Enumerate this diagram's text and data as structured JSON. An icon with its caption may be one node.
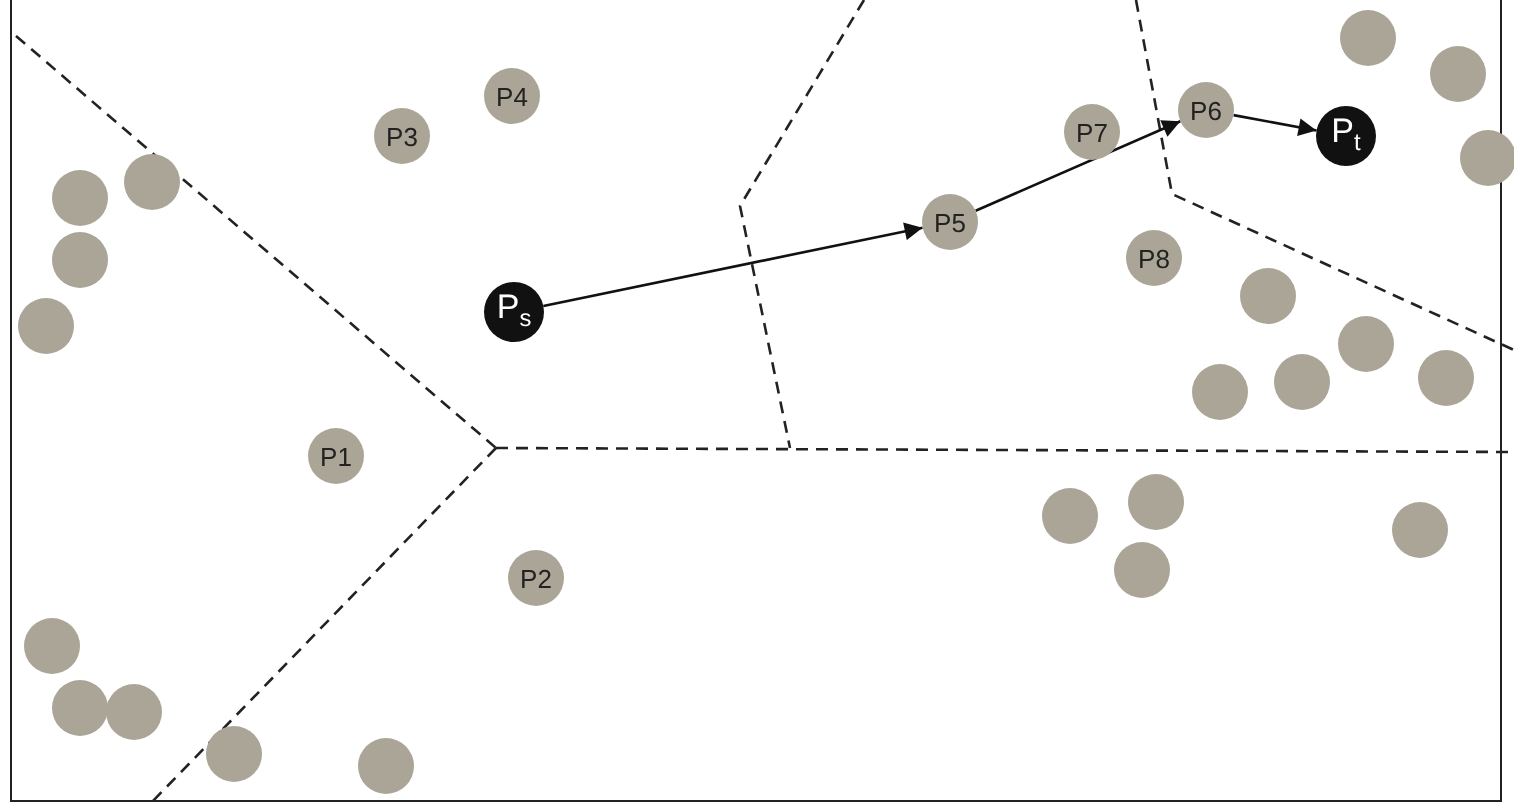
{
  "diagram": {
    "nodes": [
      {
        "text": [
          "P$_{s}$"
        ]
      },
      {
        "text": [
          "P1"
        ]
      },
      {
        "text": [
          "P2"
        ]
      },
      {
        "text": [
          "P3"
        ]
      },
      {
        "text": [
          "P4"
        ]
      },
      {
        "text": [
          "P5"
        ]
      },
      {
        "text": [
          "P6"
        ]
      },
      {
        "text": [
          "P7"
        ]
      },
      {
        "text": [
          "P8"
        ]
      },
      {
        "text": [
          "P$_{t}$"
        ]
      },
      {
        "text": [],
        "shape": "circle"
      },
      {
        "text": [],
        "shape": "circle"
      },
      {
        "text": [],
        "shape": "circle"
      },
      {
        "text": [],
        "shape": "circle"
      },
      {
        "text": [],
        "shape": "circle"
      },
      {
        "text": [],
        "shape": "circle"
      },
      {
        "text": [],
        "shape": "circle"
      },
      {
        "text": [],
        "shape": "circle"
      },
      {
        "text": [],
        "shape": "circle"
      },
      {
        "text": [],
        "shape": "circle"
      },
      {
        "text": [],
        "shape": "circle"
      },
      {
        "text": [],
        "shape": "circle"
      },
      {
        "text": [],
        "shape": "circle"
      },
      {
        "text": [],
        "shape": "circle"
      },
      {
        "text": [],
        "shape": "circle"
      },
      {
        "text": [],
        "shape": "circle"
      },
      {
        "text": [],
        "shape": "circle"
      },
      {
        "text": [],
        "shape": "circle"
      },
      {
        "text": [],
        "shape": "circle"
      },
      {
        "text": [],
        "shape": "circle"
      },
      {
        "text": [],
        "shape": "circle"
      }
    ],
    "edges": [
      {
        "from": 0,
        "to": 5,
        "arrow": "to"
      },
      {
        "from": 5,
        "to": 6,
        "arrow": "to"
      },
      {
        "from": 6,
        "to": 9,
        "arrow": "to"
      }
    ]
  }
}
